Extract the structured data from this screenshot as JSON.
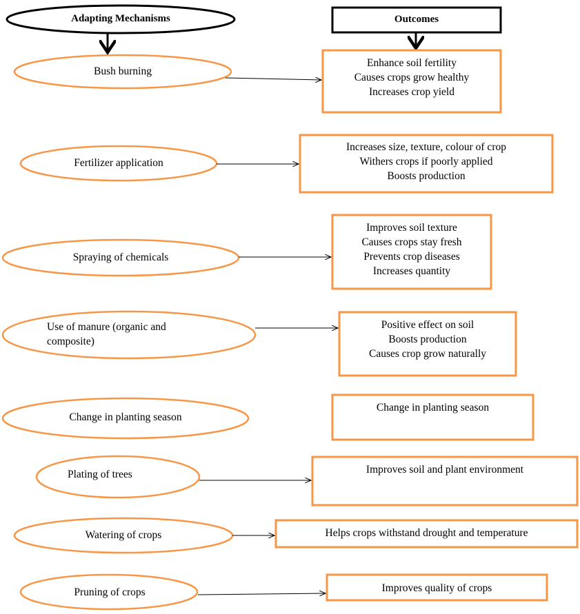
{
  "headers": {
    "mechanisms": "Adapting Mechanisms",
    "outcomes": "Outcomes"
  },
  "rows": [
    {
      "mechanism": "Bush burning",
      "outcomes": [
        "Enhance soil fertility",
        "Causes crops grow healthy",
        "Increases crop yield"
      ]
    },
    {
      "mechanism": "Fertilizer application",
      "outcomes": [
        "Increases size, texture, colour of crop",
        "Withers crops if poorly applied",
        "Boosts production"
      ]
    },
    {
      "mechanism": "Spraying of chemicals",
      "outcomes": [
        "Improves soil texture",
        "Causes crops stay fresh",
        "Prevents crop diseases",
        "Increases quantity"
      ]
    },
    {
      "mechanism_lines": [
        "Use of manure (organic and",
        "composite)"
      ],
      "outcomes": [
        "Positive effect on soil",
        "Boosts production",
        "Causes crop grow naturally"
      ]
    },
    {
      "mechanism": "Change in planting season",
      "outcomes": [
        "Change in planting season"
      ]
    },
    {
      "mechanism": "Plating of trees",
      "outcomes": [
        "Improves soil and plant environment"
      ]
    },
    {
      "mechanism": "Watering of crops",
      "outcomes": [
        "Helps crops withstand drought and temperature"
      ]
    },
    {
      "mechanism": "Pruning of crops",
      "outcomes": [
        "Improves quality of crops"
      ]
    }
  ],
  "colors": {
    "node_border": "#f79646",
    "header_border": "#000000",
    "arrow": "#000000"
  }
}
